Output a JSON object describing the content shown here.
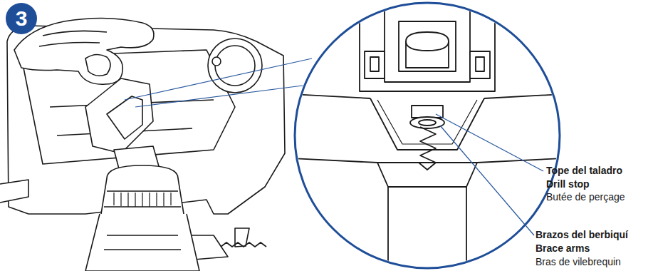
{
  "diagram": {
    "nodes": [
      {
        "text": [
          "3"
        ]
      }
    ],
    "labels": [
      "Tope del taladro",
      "Drill stop",
      "Butée de perçage",
      "Brazos del berbiquí",
      "Brace arms",
      "Bras de vilebrequin"
    ]
  }
}
